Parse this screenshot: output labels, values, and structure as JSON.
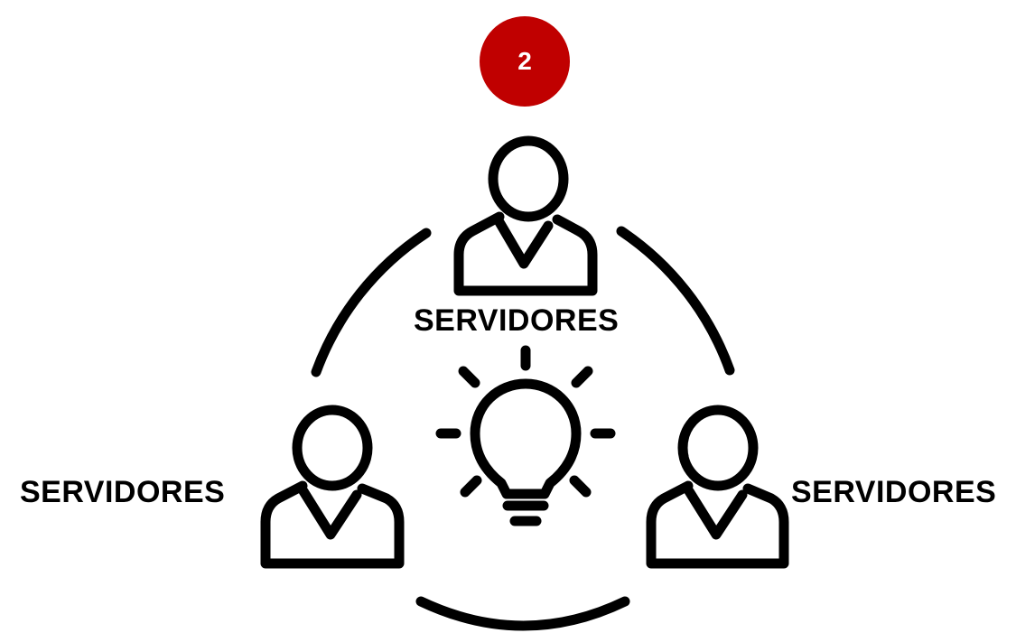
{
  "step_badge": {
    "number": "2",
    "color": "#C00000"
  },
  "people": [
    {
      "label": "SERVIDORES",
      "icon": "person-icon"
    },
    {
      "label": "SERVIDORES",
      "icon": "person-icon"
    },
    {
      "label": "SERVIDORES",
      "icon": "person-icon"
    }
  ],
  "center_icon": "lightbulb-icon",
  "stroke_color": "#000000"
}
